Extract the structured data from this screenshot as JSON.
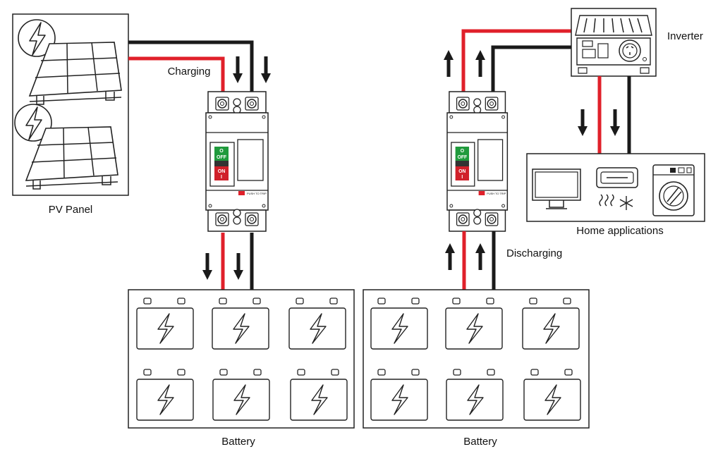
{
  "labels": {
    "pv_panel": "PV Panel",
    "charging": "Charging",
    "inverter": "Inverter",
    "home_applications": "Home applications",
    "discharging": "Discharging",
    "battery_left": "Battery",
    "battery_right": "Battery"
  },
  "breaker": {
    "off_label": "OFF",
    "on_label": "ON",
    "off_mark": "O",
    "on_mark": "I",
    "push_to_trip": "PUSH TO TRIP"
  },
  "colors": {
    "positive_wire": "#e0202a",
    "negative_wire": "#1a1a1a",
    "switch_off": "#1f9a3c",
    "switch_on": "#d0202a",
    "trip_button": "#e0202a",
    "outline": "#222222"
  },
  "icons": {
    "pv_panel": "solar-panel-icon",
    "inverter": "inverter-icon",
    "tv": "tv-icon",
    "heater": "heater-icon",
    "washing_machine": "washing-machine-icon",
    "battery_cell": "battery-lightning-icon",
    "arrow": "arrow-icon"
  }
}
